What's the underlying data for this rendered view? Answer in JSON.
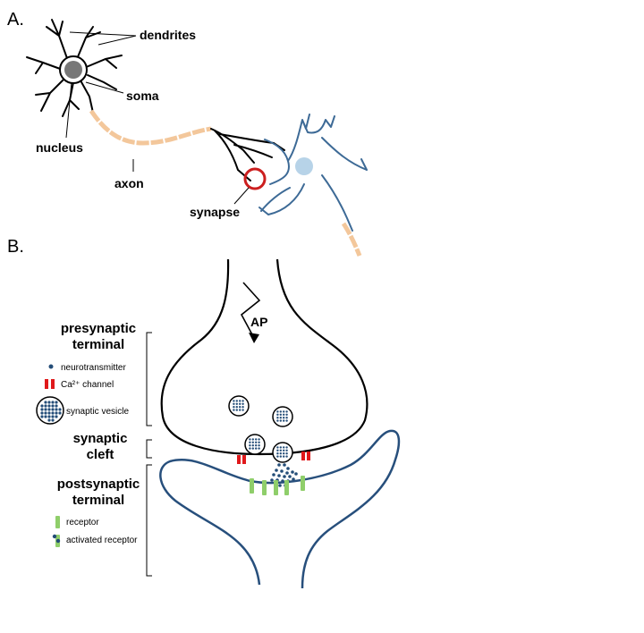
{
  "panel_a": {
    "letter": "A.",
    "labels": {
      "dendrites": "dendrites",
      "soma": "soma",
      "nucleus": "nucleus",
      "axon": "axon",
      "synapse": "synapse"
    }
  },
  "panel_b": {
    "letter": "B.",
    "action_potential": "AP",
    "presynaptic": [
      "presynaptic",
      "terminal"
    ],
    "cleft": [
      "synaptic",
      "cleft"
    ],
    "postsynaptic": [
      "postsynaptic",
      "terminal"
    ],
    "legend": {
      "neurotransmitter": "neurotransmitter",
      "ca_channel": "Ca²⁺ channel",
      "synaptic_vesicle": "synaptic vesicle",
      "receptor": "receptor",
      "activated_receptor": "activated receptor"
    }
  },
  "colors": {
    "ink": "#000000",
    "neuron_blue": "#3d6a96",
    "nucleus_blue": "#b7d3e8",
    "nucleus_grey": "#777777",
    "axon_orange": "#f3c79b",
    "synapse_circle": "#cc1f1f",
    "vesicle": "#244d78",
    "channel": "#e0191b",
    "receptor": "#8fce6a"
  }
}
